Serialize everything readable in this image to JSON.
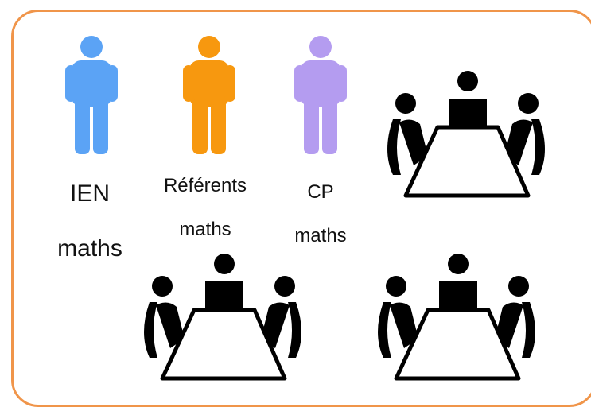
{
  "border_color": "#f0954a",
  "people": [
    {
      "icon": "person-icon",
      "color": "#5ba3f5",
      "line1": "IEN",
      "line2": "maths"
    },
    {
      "icon": "person-icon",
      "color": "#f7980f",
      "line1": "Référents",
      "line2": "maths"
    },
    {
      "icon": "person-icon",
      "color": "#b49cf0",
      "line1": "CP",
      "line2": "maths"
    }
  ],
  "meeting_icon": "meeting-table-icon",
  "meeting_count": 3
}
